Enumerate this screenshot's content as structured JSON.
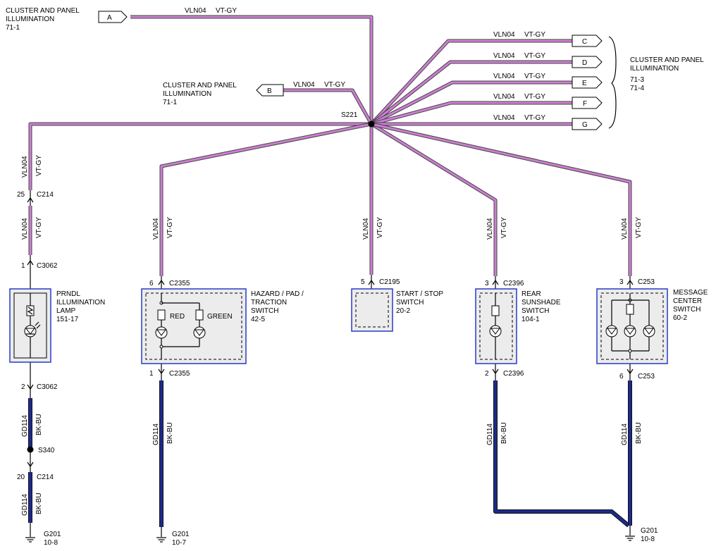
{
  "wire_vt": {
    "circuit": "VLN04",
    "color": "VT-GY"
  },
  "wire_bk": {
    "circuit": "GD114",
    "color": "BK-BU"
  },
  "splices": {
    "s221": "S221",
    "s340": "S340"
  },
  "ref_a": {
    "tag": "A",
    "title1": "CLUSTER AND PANEL",
    "title2": "ILLUMINATION",
    "page": "71-1"
  },
  "ref_b": {
    "tag": "B",
    "title1": "CLUSTER AND PANEL",
    "title2": "ILLUMINATION",
    "page": "71-1"
  },
  "ref_cg": {
    "tags": [
      "C",
      "D",
      "E",
      "F",
      "G"
    ],
    "title1": "CLUSTER AND PANEL",
    "title2": "ILLUMINATION",
    "page1": "71-3",
    "page2": "71-4"
  },
  "prndl": {
    "pin_c214_top": "25",
    "c214": "C214",
    "pin_top": "1",
    "conn_top": "C3062",
    "name1": "PRNDL",
    "name2": "ILLUMINATION",
    "name3": "LAMP",
    "page": "151-17",
    "pin_bot": "2",
    "conn_bot": "C3062",
    "pin_c214_bot": "20",
    "ground": "G201",
    "ground_page": "10-8"
  },
  "hazard": {
    "pin_top": "6",
    "conn_top": "C2355",
    "name1": "HAZARD / PAD /",
    "name2": "TRACTION",
    "name3": "SWITCH",
    "page": "42-5",
    "red": "RED",
    "green": "GREEN",
    "pin_bot": "1",
    "conn_bot": "C2355",
    "ground": "G201",
    "ground_page": "10-7"
  },
  "startstop": {
    "pin": "5",
    "conn": "C2195",
    "name1": "START / STOP",
    "name2": "SWITCH",
    "page": "20-2"
  },
  "sunshade": {
    "pin_top": "3",
    "conn_top": "C2396",
    "name1": "REAR",
    "name2": "SUNSHADE",
    "name3": "SWITCH",
    "page": "104-1",
    "pin_bot": "2",
    "conn_bot": "C2396"
  },
  "message": {
    "pin_top": "3",
    "conn_top": "C253",
    "name1": "MESSAGE",
    "name2": "CENTER",
    "name3": "SWITCH",
    "page": "60-2",
    "pin_bot": "6",
    "conn_bot": "C253"
  },
  "ground_right": {
    "name": "G201",
    "page": "10-8"
  }
}
